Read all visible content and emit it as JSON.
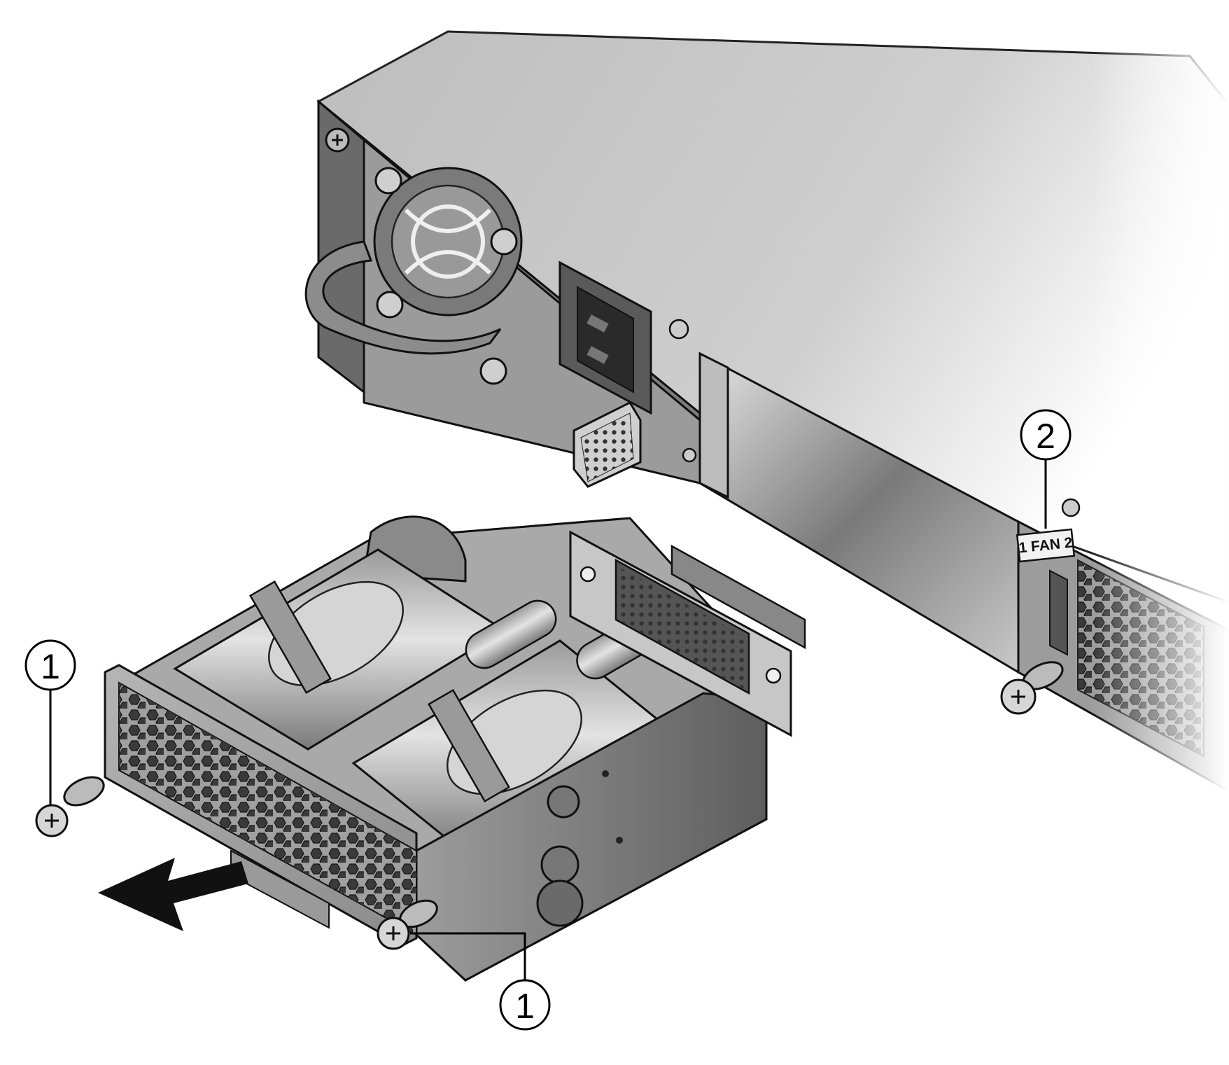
{
  "colors": {
    "chassis_top": "#c9c9c9",
    "chassis_side": "#8f8f8f",
    "metal_dark": "#4a4a4a",
    "metal_mid": "#9a9a9a",
    "metal_light": "#d8d8d8",
    "outline": "#1a1a1a",
    "arrow": "#111111"
  },
  "slot_label": {
    "text": "1 FAN 2"
  },
  "callouts": [
    {
      "id": "thumbscrew-left",
      "number": "1"
    },
    {
      "id": "thumbscrew-right",
      "number": "1"
    },
    {
      "id": "fan-slot-label",
      "number": "2"
    }
  ],
  "arrow": {
    "direction": "pull-out",
    "icon": "arrow-left-down-icon"
  }
}
